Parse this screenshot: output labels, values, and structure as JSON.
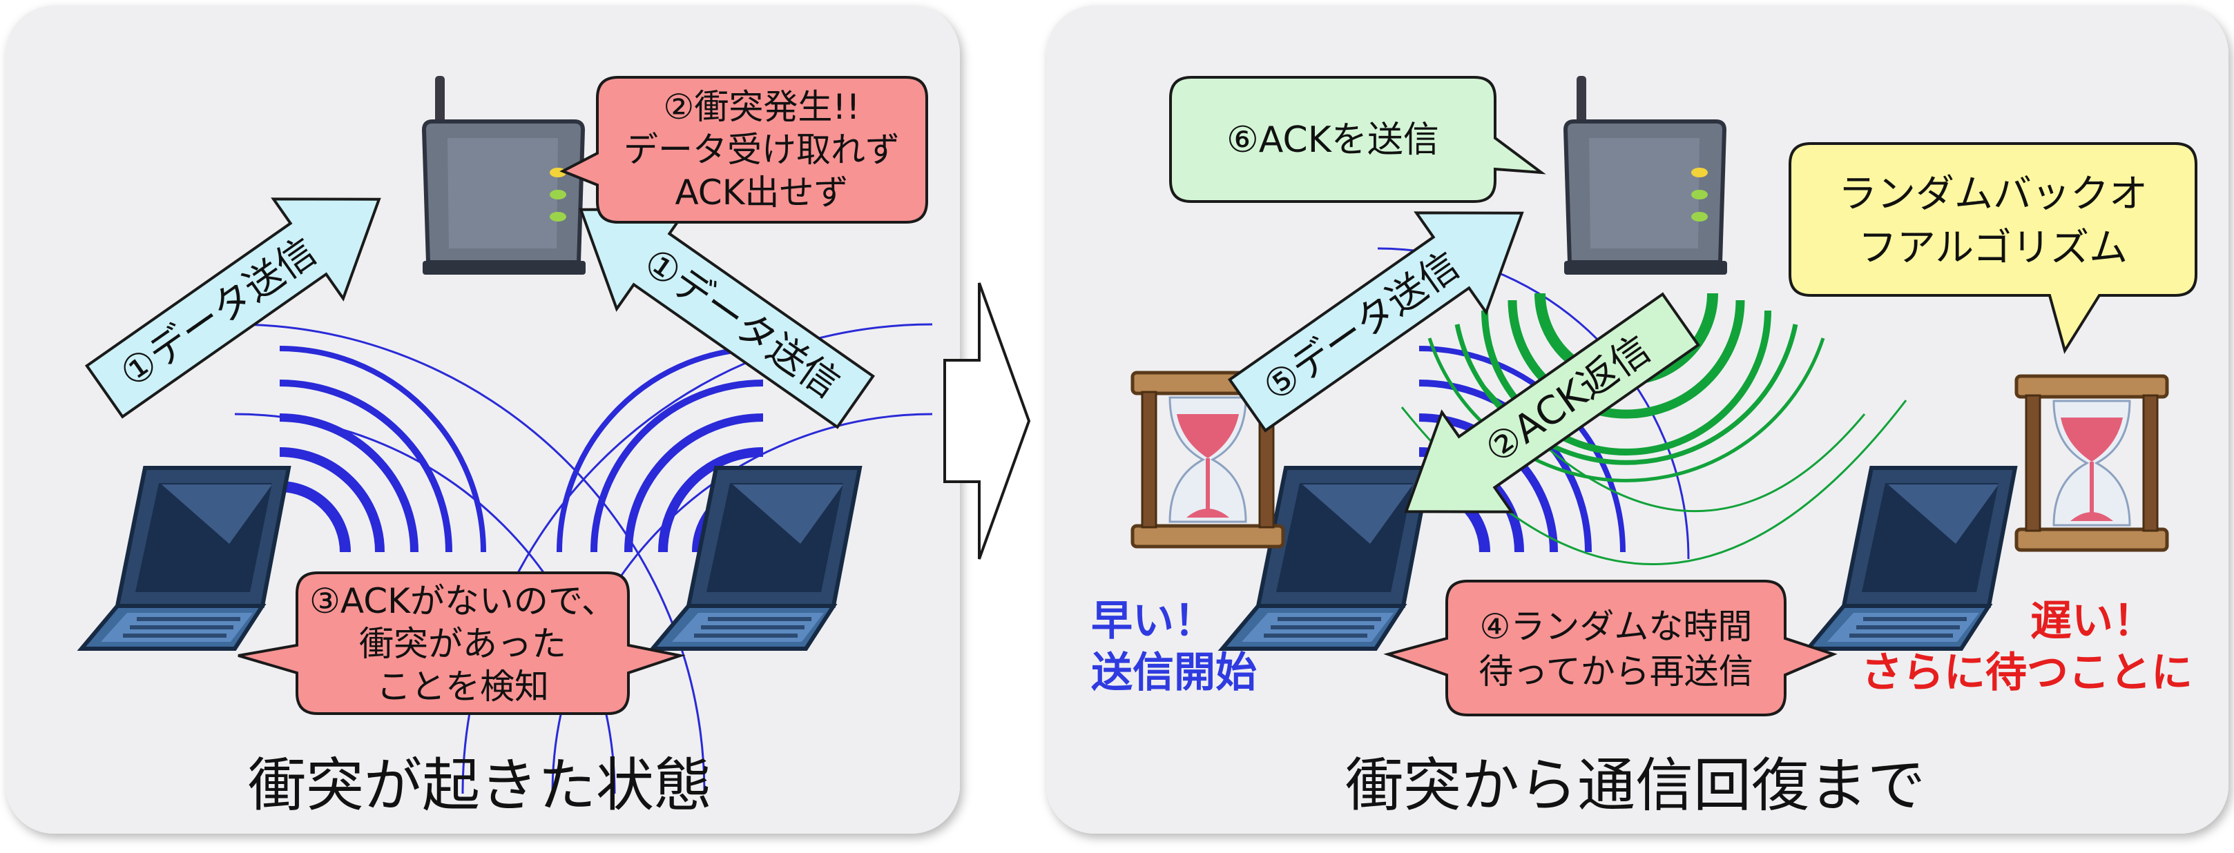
{
  "left_panel": {
    "caption": "衝突が起きた状態",
    "send_arrow_left": "①データ送信",
    "send_arrow_right": "①データ送信",
    "collision_callout": [
      "②衝突発生!!",
      "データ受け取れず",
      "ACK出せず"
    ],
    "detect_callout": [
      "③ACKがないので、",
      "衝突があった",
      "ことを検知"
    ]
  },
  "right_panel": {
    "caption": "衝突から通信回復まで",
    "ack_send_callout": "⑥ACKを送信",
    "resend_arrow": "⑤データ送信",
    "ack_reply_arrow": "②ACK返信",
    "backoff_callout": [
      "ランダムバックオ",
      "フアルゴリズム"
    ],
    "wait_callout": [
      "④ランダムな時間",
      "待ってから再送信"
    ],
    "fast_label": [
      "早い！",
      "送信開始"
    ],
    "slow_label": [
      "遅い！",
      "さらに待つことに"
    ]
  },
  "colors": {
    "panel_bg": "#efeff1",
    "red_callout": "#f79393",
    "green_callout": "#d3f5d6",
    "yellow_callout": "#fcf7a0",
    "blue_arrow": "#ccf1f8",
    "green_arrow": "#cff5d0",
    "wave_blue": "#2a2ad8",
    "wave_green": "#12a23a",
    "fast_text": "#2f3be0",
    "slow_text": "#e61e1e"
  }
}
